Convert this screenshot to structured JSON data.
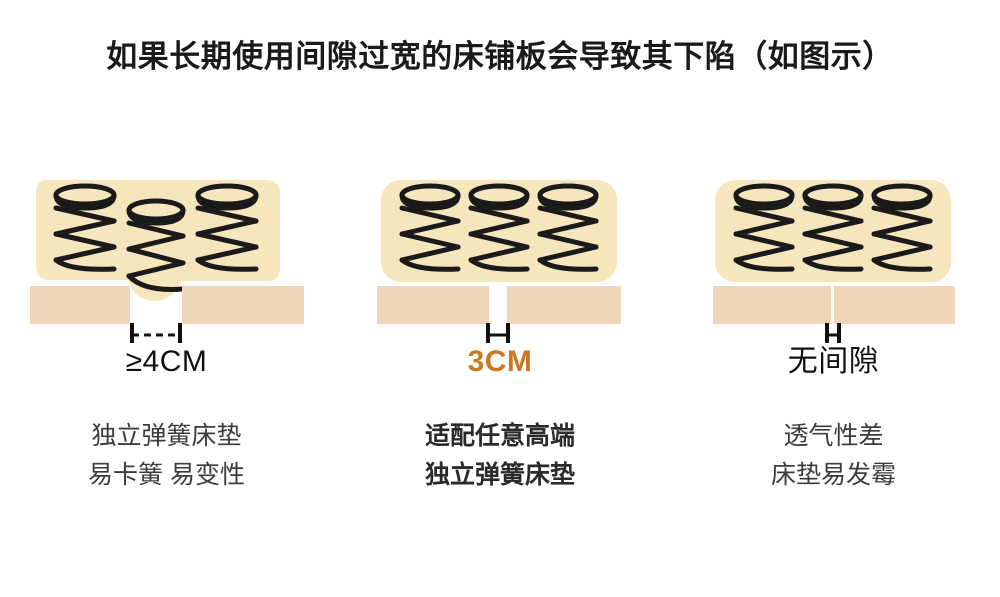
{
  "title": "如果长期使用间隙过宽的床铺板会导致其下陷（如图示）",
  "colors": {
    "mattress": "#f6e6bd",
    "slat": "#efd6b8",
    "spring": "#1a1a1a",
    "accent_orange": "#cc7722",
    "text_dark": "#1a1a1a",
    "text_gray": "#3c3c3c",
    "background": "#ffffff"
  },
  "panels": [
    {
      "id": "gap-wide",
      "size_label": "≥4CM",
      "size_label_color": "#111111",
      "marker_style": "dashed-wide",
      "sagging": true,
      "spring_count": 3,
      "caption_lines": [
        "独立弹簧床垫",
        "易卡簧 易变性"
      ],
      "caption_bold": false
    },
    {
      "id": "gap-3cm",
      "size_label": "3CM",
      "size_label_color": "#cc7722",
      "marker_style": "h-narrow",
      "sagging": false,
      "spring_count": 3,
      "caption_lines": [
        "适配任意高端",
        "独立弹簧床垫"
      ],
      "caption_bold": true
    },
    {
      "id": "gap-none",
      "size_label": "无间隙",
      "size_label_color": "#111111",
      "marker_style": "h-zero",
      "sagging": false,
      "spring_count": 3,
      "caption_lines": [
        "透气性差",
        "床垫易发霉"
      ],
      "caption_bold": false
    }
  ]
}
